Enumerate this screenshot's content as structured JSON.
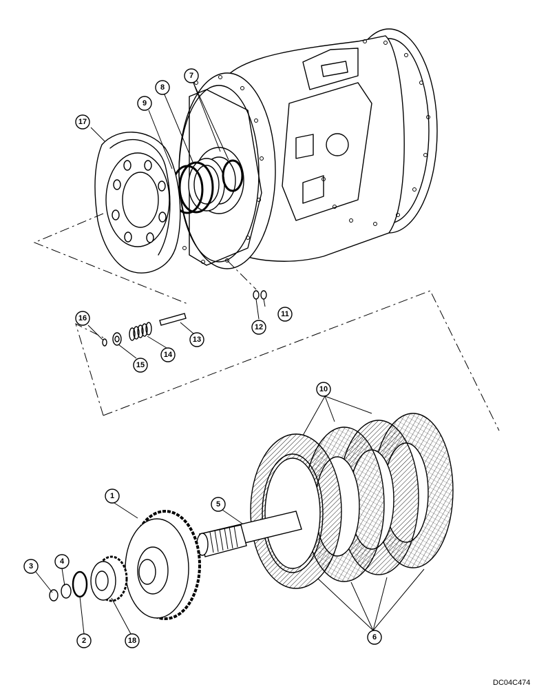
{
  "drawing_code": "DC04C474",
  "callouts": [
    {
      "id": "1",
      "label": "1"
    },
    {
      "id": "2",
      "label": "2"
    },
    {
      "id": "3",
      "label": "3"
    },
    {
      "id": "4",
      "label": "4"
    },
    {
      "id": "5",
      "label": "5"
    },
    {
      "id": "6",
      "label": "6"
    },
    {
      "id": "7",
      "label": "7"
    },
    {
      "id": "8",
      "label": "8"
    },
    {
      "id": "9",
      "label": "9"
    },
    {
      "id": "10",
      "label": "10"
    },
    {
      "id": "11",
      "label": "11"
    },
    {
      "id": "12",
      "label": "12"
    },
    {
      "id": "13",
      "label": "13"
    },
    {
      "id": "14",
      "label": "14"
    },
    {
      "id": "15",
      "label": "15"
    },
    {
      "id": "16",
      "label": "16"
    },
    {
      "id": "17",
      "label": "17"
    },
    {
      "id": "18",
      "label": "18"
    }
  ]
}
